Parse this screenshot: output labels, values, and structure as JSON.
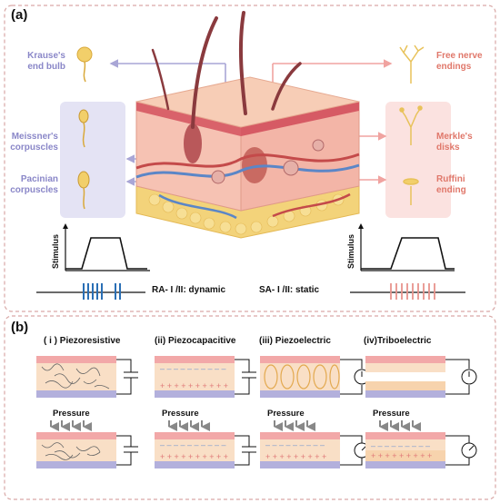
{
  "panels": {
    "a": "(a)",
    "b": "(b)"
  },
  "receptors_left": {
    "krause": [
      "Krause's",
      "end bulb"
    ],
    "meissner": [
      "Meissner's",
      "corpuscles"
    ],
    "pacinian": [
      "Pacinian",
      "corpuscles"
    ]
  },
  "receptors_right": {
    "free": [
      "Free nerve",
      "endings"
    ],
    "merkel": [
      "Merkle's",
      "disks"
    ],
    "ruffini": [
      "Ruffini",
      "ending"
    ]
  },
  "stimulus": {
    "left": "Stimulus",
    "right": "Stimulus"
  },
  "adaptation": {
    "ra": "RA- I /II: dynamic",
    "sa": "SA- I /II: static"
  },
  "mechanisms": [
    "( i ) Piezoresistive",
    "(ii) Piezocapacitive",
    "(iii) Piezoelectric",
    "(iv)Triboelectric"
  ],
  "pressure_label": "Pressure",
  "colors": {
    "receptor_left": "#8a87c8",
    "receptor_right": "#e0776a",
    "pink_layer": "#f2a8a8",
    "skin_tone": "#f9dfc6",
    "purple_layer": "#b3b0dc",
    "spike_blue": "#2a6fb5",
    "spike_pink": "#e8948c"
  }
}
